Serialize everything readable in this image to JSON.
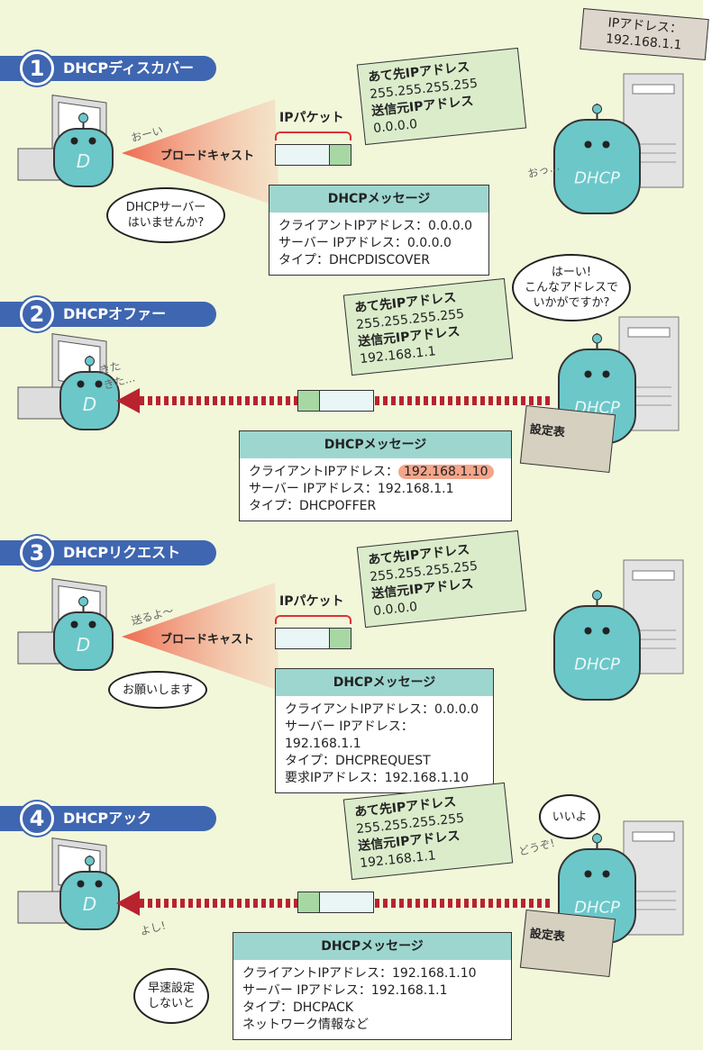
{
  "server_sign": {
    "line1": "IPアドレス：",
    "line2": "192.168.1.1"
  },
  "steps": [
    {
      "number": "1",
      "title": "DHCPディスカバー",
      "packet_label": "IPパケット",
      "broadcast_label": "ブロードキャスト",
      "addr": {
        "dst_label": "あて先IPアドレス",
        "dst": "255.255.255.255",
        "src_label": "送信元IPアドレス",
        "src": "0.0.0.0"
      },
      "message": {
        "title": "DHCPメッセージ",
        "lines": [
          "クライアントIPアドレス：0.0.0.0",
          "サーバー IPアドレス：0.0.0.0",
          "タイプ：DHCPDISCOVER"
        ]
      },
      "client_bubble": "DHCPサーバー\nはいませんか?",
      "client_exclaim": "おーい",
      "server_exclaim": "おっ…"
    },
    {
      "number": "2",
      "title": "DHCPオファー",
      "addr": {
        "dst_label": "あて先IPアドレス",
        "dst": "255.255.255.255",
        "src_label": "送信元IPアドレス",
        "src": "192.168.1.1"
      },
      "message": {
        "title": "DHCPメッセージ",
        "line1_label": "クライアントIPアドレス：",
        "line1_value": "192.168.1.10",
        "lines": [
          "サーバー IPアドレス：192.168.1.1",
          "タイプ：DHCPOFFER"
        ]
      },
      "server_bubble": "はーい!\nこんなアドレスで\nいかがですか?",
      "client_exclaim": "きた\nきた…",
      "book": "設定表"
    },
    {
      "number": "3",
      "title": "DHCPリクエスト",
      "packet_label": "IPパケット",
      "broadcast_label": "ブロードキャスト",
      "addr": {
        "dst_label": "あて先IPアドレス",
        "dst": "255.255.255.255",
        "src_label": "送信元IPアドレス",
        "src": "0.0.0.0"
      },
      "message": {
        "title": "DHCPメッセージ",
        "lines": [
          "クライアントIPアドレス：0.0.0.0",
          "サーバー IPアドレス：192.168.1.1",
          "タイプ：DHCPREQUEST",
          "要求IPアドレス：192.168.1.10"
        ]
      },
      "client_bubble": "お願いします",
      "client_exclaim": "送るよ～"
    },
    {
      "number": "4",
      "title": "DHCPアック",
      "addr": {
        "dst_label": "あて先IPアドレス",
        "dst": "255.255.255.255",
        "src_label": "送信元IPアドレス",
        "src": "192.168.1.1"
      },
      "message": {
        "title": "DHCPメッセージ",
        "lines": [
          "クライアントIPアドレス：192.168.1.10",
          "サーバー IPアドレス：192.168.1.1",
          "タイプ：DHCPACK",
          "ネットワーク情報など"
        ]
      },
      "server_bubble": "いいよ",
      "server_exclaim": "どうぞ!",
      "client_bubble": "早速設定\nしないと",
      "client_exclaim": "よし!",
      "book": "設定表"
    }
  ],
  "robot_label": "DHCP",
  "client_robot_label": "D",
  "colors": {
    "background": "#f2f7da",
    "banner": "#3f66b0",
    "address_box": "#dbeccb",
    "message_header": "#9dd6cf",
    "arrow": "#b8232e",
    "highlight": "#f4a58a"
  }
}
